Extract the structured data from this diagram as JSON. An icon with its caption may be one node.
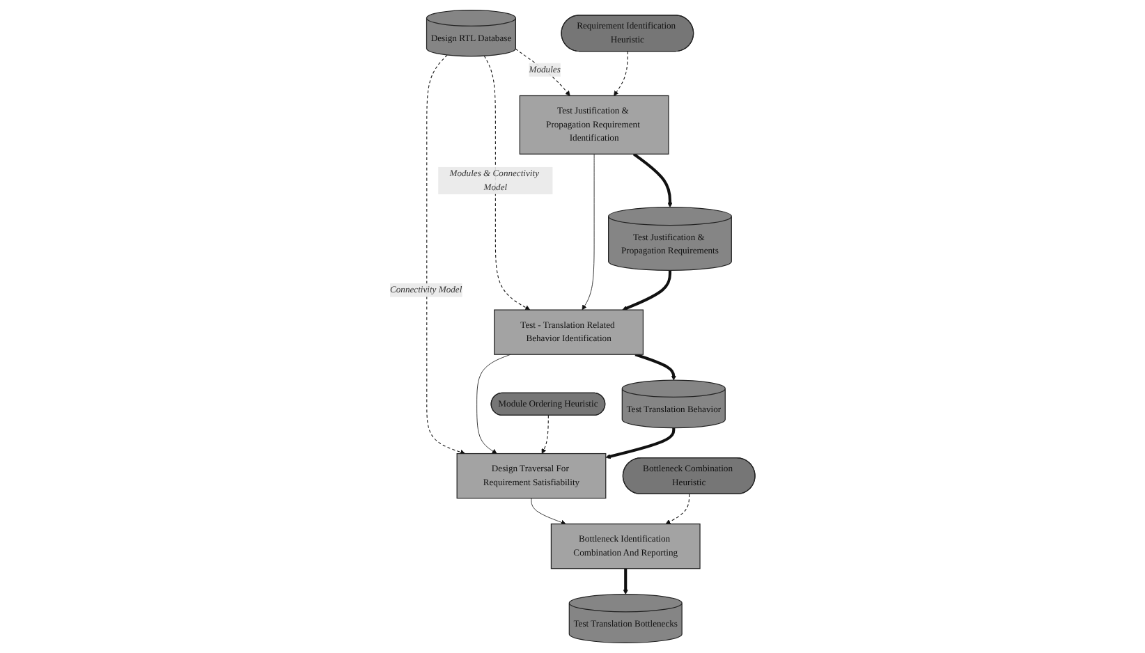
{
  "diagram": {
    "nodes": [
      {
        "text": [
          "Test Justification & Propagation Requirement Identification"
        ]
      },
      {
        "text": [
          "Design RTL Database"
        ]
      },
      {
        "text": [
          "Test Justification & Propagation Requirements"
        ]
      },
      {
        "text": [
          "Test - Translation Related Behavior Identification"
        ]
      },
      {
        "text": [
          "Module Ordering Heuristic"
        ]
      },
      {
        "text": [
          "Test Translation Behavior"
        ]
      },
      {
        "text": [
          "Design Traversal For Requirement Satisfiability"
        ]
      },
      {
        "text": [
          "Bottleneck Combination Heuristic"
        ]
      },
      {
        "text": [
          "Requirement Identification Heuristic"
        ]
      },
      {
        "text": [
          "Test Translation Bottlenecks"
        ]
      },
      {
        "text": [
          "Bottleneck Identification Combination And Reporting"
        ]
      }
    ],
    "edges": [
      {
        "from": 1,
        "to": 0,
        "arrow": "to",
        "label": "Modules",
        "style": "dashed"
      },
      {
        "from": 1,
        "to": 3,
        "arrow": "to",
        "label": "Modules & Connectivity Model",
        "style": "dashed"
      },
      {
        "from": 1,
        "to": 6,
        "arrow": "to",
        "label": "Connectivity Model",
        "style": "dashed"
      },
      {
        "from": 0,
        "to": 2,
        "arrow": "to",
        "style": "thick"
      },
      {
        "from": 0,
        "to": 3,
        "arrow": "to"
      },
      {
        "from": 2,
        "to": 3,
        "arrow": "to",
        "style": "thick"
      },
      {
        "from": 3,
        "to": 5,
        "arrow": "to",
        "style": "thick"
      },
      {
        "from": 3,
        "to": 6,
        "arrow": "to"
      },
      {
        "from": 4,
        "to": 6,
        "arrow": "to",
        "style": "dashed"
      },
      {
        "from": 5,
        "to": 6,
        "arrow": "to",
        "style": "thick"
      },
      {
        "from": 6,
        "to": 10,
        "arrow": "to"
      },
      {
        "from": 7,
        "to": 10,
        "arrow": "to",
        "style": "dashed"
      },
      {
        "from": 8,
        "to": 0,
        "arrow": "to",
        "style": "dashed"
      },
      {
        "from": 10,
        "to": 9,
        "arrow": "to",
        "style": "thick"
      }
    ]
  }
}
